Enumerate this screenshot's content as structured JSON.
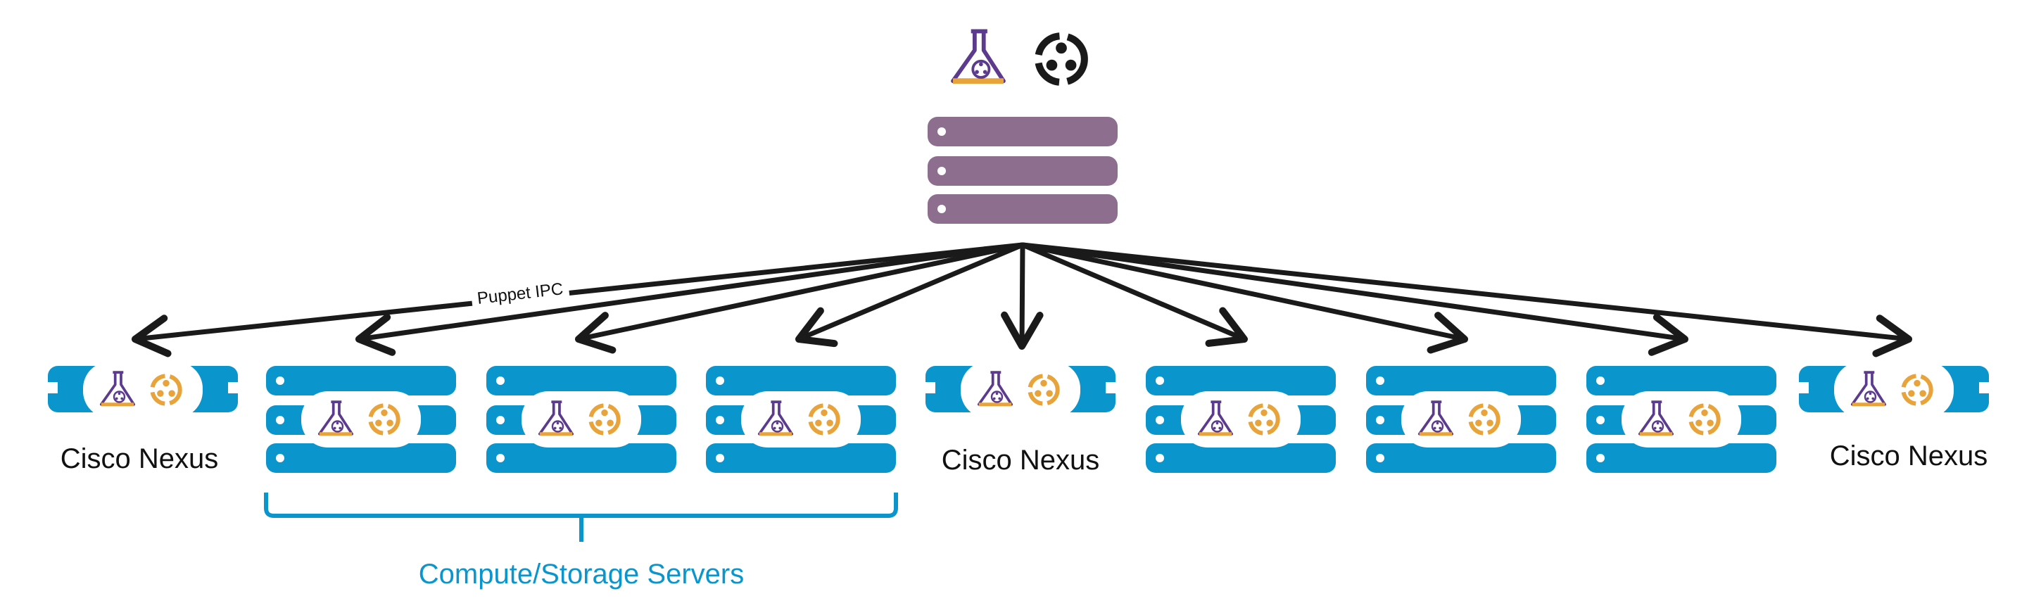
{
  "colors": {
    "master_server": "#8e6e8e",
    "node_blue": "#0a95cc",
    "arrow": "#1a1a1a",
    "bracket": "#0a95cc",
    "servers_label": "#0a95cc",
    "icon_purple": "#5c3b8f",
    "icon_gold": "#e8a33a",
    "icon_dark": "#1a1a1a"
  },
  "master": {
    "icons": [
      "flask-icon",
      "cycle-icon"
    ]
  },
  "connection": {
    "label": "Puppet IPC"
  },
  "nodes": [
    {
      "kind": "switch",
      "label": "Cisco Nexus",
      "icons": [
        "flask-icon",
        "cycle-icon"
      ]
    },
    {
      "kind": "server",
      "icons": [
        "flask-icon",
        "cycle-icon"
      ]
    },
    {
      "kind": "server",
      "icons": [
        "flask-icon",
        "cycle-icon"
      ]
    },
    {
      "kind": "server",
      "icons": [
        "flask-icon",
        "cycle-icon"
      ]
    },
    {
      "kind": "switch",
      "label": "Cisco Nexus",
      "icons": [
        "flask-icon",
        "cycle-icon"
      ]
    },
    {
      "kind": "server",
      "icons": [
        "flask-icon",
        "cycle-icon"
      ]
    },
    {
      "kind": "server",
      "icons": [
        "flask-icon",
        "cycle-icon"
      ]
    },
    {
      "kind": "server",
      "icons": [
        "flask-icon",
        "cycle-icon"
      ]
    },
    {
      "kind": "switch",
      "label": "Cisco Nexus",
      "icons": [
        "flask-icon",
        "cycle-icon"
      ]
    }
  ],
  "group": {
    "label": "Compute/Storage Servers"
  }
}
